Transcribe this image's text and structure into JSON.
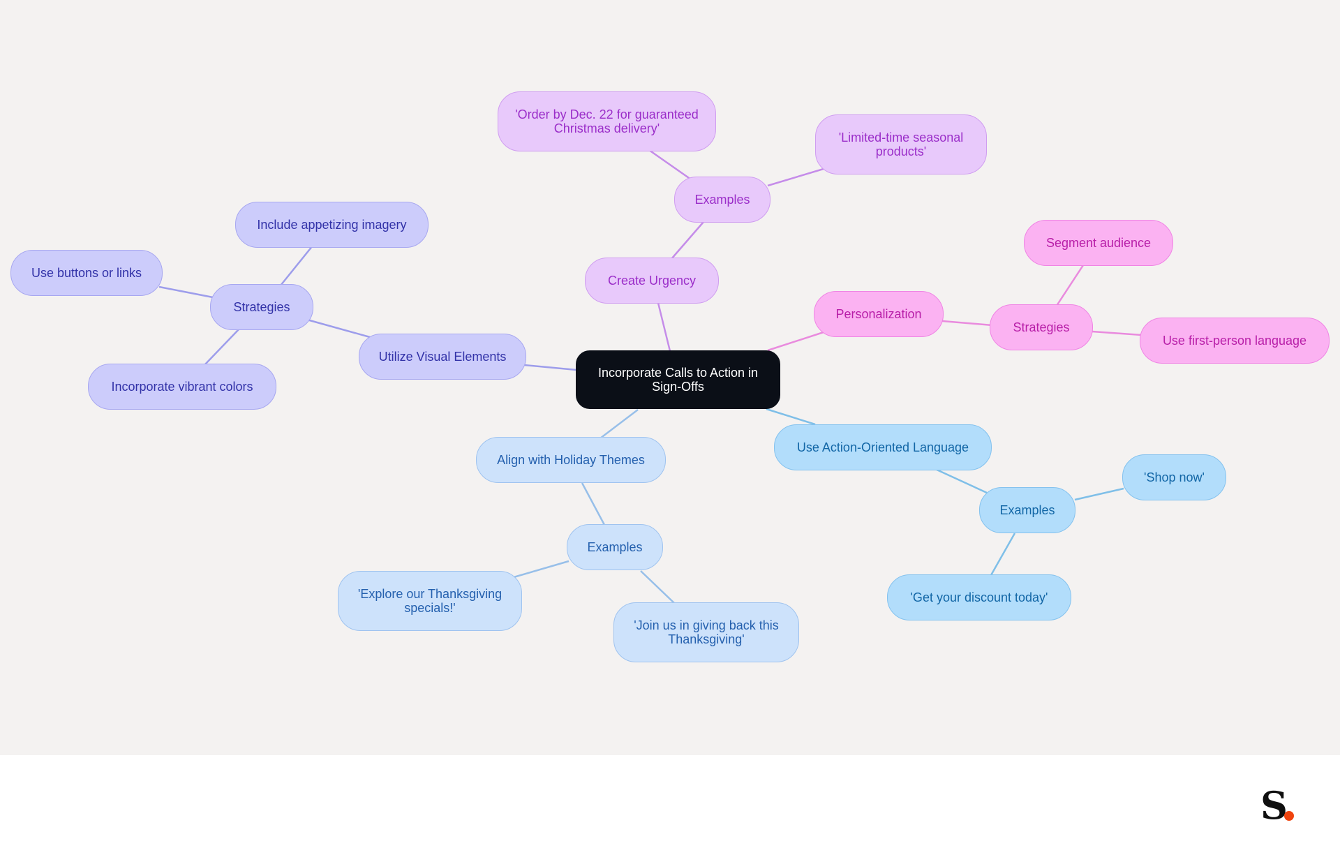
{
  "center": {
    "label": "Incorporate Calls to Action in Sign-Offs"
  },
  "branches": {
    "visual": {
      "label": "Utilize Visual Elements",
      "strategies": {
        "label": "Strategies",
        "items": [
          "Include appetizing imagery",
          "Use buttons or links",
          "Incorporate vibrant colors"
        ]
      }
    },
    "urgency": {
      "label": "Create Urgency",
      "examples": {
        "label": "Examples",
        "items": [
          "'Order by Dec. 22 for guaranteed Christmas delivery'",
          "'Limited-time seasonal products'"
        ]
      }
    },
    "personalization": {
      "label": "Personalization",
      "strategies": {
        "label": "Strategies",
        "items": [
          "Segment audience",
          "Use first-person language"
        ]
      }
    },
    "action": {
      "label": "Use Action-Oriented Language",
      "examples": {
        "label": "Examples",
        "items": [
          "'Shop now'",
          "'Get your discount today'"
        ]
      }
    },
    "holiday": {
      "label": "Align with Holiday Themes",
      "examples": {
        "label": "Examples",
        "items": [
          "'Explore our Thanksgiving specials!'",
          "'Join us in giving back this Thanksgiving'"
        ]
      }
    }
  },
  "colors": {
    "violet_edge": "#9d9deb",
    "purple_edge": "#c58ce9",
    "pink_edge": "#e98bde",
    "blue_edge": "#7fbfe8",
    "lblue_edge": "#97bfe9",
    "logo_dot": "#f0440f"
  },
  "logo": {
    "letter": "S"
  }
}
